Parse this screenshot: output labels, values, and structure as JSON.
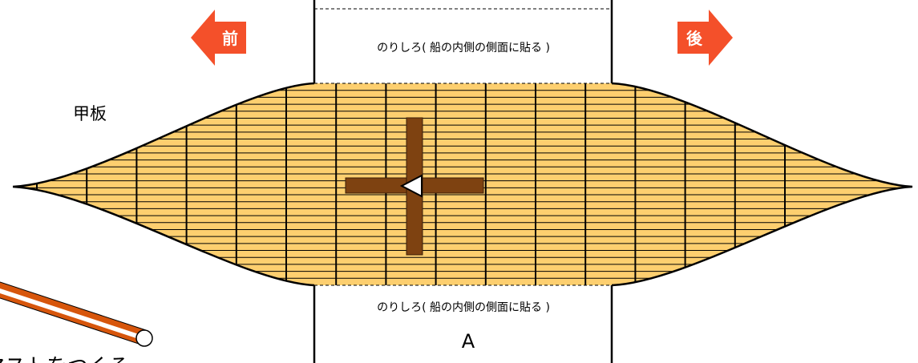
{
  "labels": {
    "front": "前",
    "back": "後",
    "deck": "甲板",
    "glue_top": "のりしろ( 船の内側の側面に貼る )",
    "glue_bottom": "のりしろ( 船の内側の側面に貼る )",
    "part_id": "A",
    "mast_caption": "マストをつくる"
  },
  "colors": {
    "deck_fill": "#fdcf6f",
    "arrow_fill": "#f4502a",
    "mast_fill": "#7e4211",
    "pole_fill": "#d7560c",
    "outline": "#000000"
  },
  "icons": {
    "front_arrow": "left-arrow-icon",
    "back_arrow": "right-arrow-icon",
    "direction_marker": "triangle-pointer-icon"
  }
}
